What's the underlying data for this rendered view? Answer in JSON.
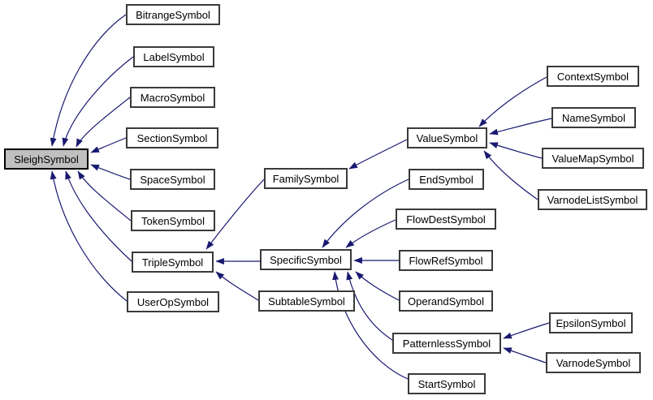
{
  "colors": {
    "background": "#ffffff",
    "edge": "#191970",
    "node_fill": "#ffffff",
    "node_border": "#3a3a3a",
    "highlight_fill": "#c0c0c0",
    "highlight_border": "#000000",
    "text": "#000000"
  },
  "nodes": {
    "sleigh": {
      "label": "SleighSymbol",
      "highlighted": true
    },
    "bitrange": {
      "label": "BitrangeSymbol"
    },
    "label": {
      "label": "LabelSymbol"
    },
    "macro": {
      "label": "MacroSymbol"
    },
    "section": {
      "label": "SectionSymbol"
    },
    "space": {
      "label": "SpaceSymbol"
    },
    "token": {
      "label": "TokenSymbol"
    },
    "triple": {
      "label": "TripleSymbol"
    },
    "userop": {
      "label": "UserOpSymbol"
    },
    "family": {
      "label": "FamilySymbol"
    },
    "specific": {
      "label": "SpecificSymbol"
    },
    "subtable": {
      "label": "SubtableSymbol"
    },
    "value": {
      "label": "ValueSymbol"
    },
    "end": {
      "label": "EndSymbol"
    },
    "flowdest": {
      "label": "FlowDestSymbol"
    },
    "flowref": {
      "label": "FlowRefSymbol"
    },
    "operand": {
      "label": "OperandSymbol"
    },
    "patternless": {
      "label": "PatternlessSymbol"
    },
    "start": {
      "label": "StartSymbol"
    },
    "context": {
      "label": "ContextSymbol"
    },
    "name": {
      "label": "NameSymbol"
    },
    "valuemap": {
      "label": "ValueMapSymbol"
    },
    "varnodelist": {
      "label": "VarnodeListSymbol"
    },
    "epsilon": {
      "label": "EpsilonSymbol"
    },
    "varnode": {
      "label": "VarnodeSymbol"
    }
  },
  "edges": [
    {
      "derived": "BitrangeSymbol",
      "base": "SleighSymbol"
    },
    {
      "derived": "LabelSymbol",
      "base": "SleighSymbol"
    },
    {
      "derived": "MacroSymbol",
      "base": "SleighSymbol"
    },
    {
      "derived": "SectionSymbol",
      "base": "SleighSymbol"
    },
    {
      "derived": "SpaceSymbol",
      "base": "SleighSymbol"
    },
    {
      "derived": "TokenSymbol",
      "base": "SleighSymbol"
    },
    {
      "derived": "TripleSymbol",
      "base": "SleighSymbol"
    },
    {
      "derived": "UserOpSymbol",
      "base": "SleighSymbol"
    },
    {
      "derived": "FamilySymbol",
      "base": "TripleSymbol"
    },
    {
      "derived": "SpecificSymbol",
      "base": "TripleSymbol"
    },
    {
      "derived": "SubtableSymbol",
      "base": "TripleSymbol"
    },
    {
      "derived": "ValueSymbol",
      "base": "FamilySymbol"
    },
    {
      "derived": "EndSymbol",
      "base": "SpecificSymbol"
    },
    {
      "derived": "FlowDestSymbol",
      "base": "SpecificSymbol"
    },
    {
      "derived": "FlowRefSymbol",
      "base": "SpecificSymbol"
    },
    {
      "derived": "OperandSymbol",
      "base": "SpecificSymbol"
    },
    {
      "derived": "PatternlessSymbol",
      "base": "SpecificSymbol"
    },
    {
      "derived": "StartSymbol",
      "base": "SpecificSymbol"
    },
    {
      "derived": "ContextSymbol",
      "base": "ValueSymbol"
    },
    {
      "derived": "NameSymbol",
      "base": "ValueSymbol"
    },
    {
      "derived": "ValueMapSymbol",
      "base": "ValueSymbol"
    },
    {
      "derived": "VarnodeListSymbol",
      "base": "ValueSymbol"
    },
    {
      "derived": "EpsilonSymbol",
      "base": "PatternlessSymbol"
    },
    {
      "derived": "VarnodeSymbol",
      "base": "PatternlessSymbol"
    }
  ]
}
